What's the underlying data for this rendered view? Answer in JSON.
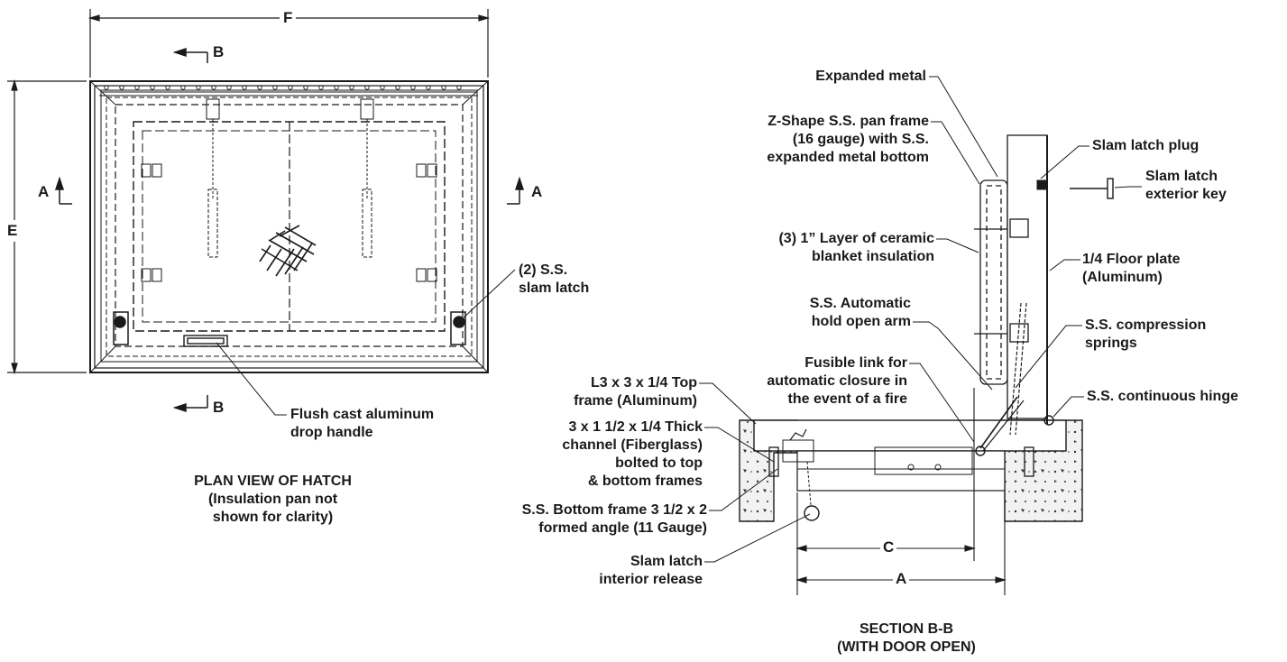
{
  "plan": {
    "dim_f": "F",
    "dim_e": "E",
    "section_a_left": "A",
    "section_a_right": "A",
    "section_b_top": "B",
    "section_b_bottom": "B",
    "label_slam_latch": [
      "(2) S.S.",
      "slam latch"
    ],
    "label_handle": [
      "Flush cast aluminum",
      "drop handle"
    ],
    "title": [
      "PLAN VIEW OF HATCH",
      "(Insulation pan not",
      "shown for clarity)"
    ]
  },
  "section": {
    "expanded_metal": "Expanded metal",
    "z_pan_frame": [
      "Z-Shape S.S. pan frame",
      "(16 gauge) with S.S.",
      "expanded metal bottom"
    ],
    "ceramic_insulation": [
      "(3) 1” Layer of ceramic",
      "blanket insulation"
    ],
    "hold_open_arm": [
      "S.S. Automatic",
      "hold open arm"
    ],
    "fusible_link": [
      "Fusible link for",
      "automatic closure in",
      "the event of a fire"
    ],
    "top_frame": [
      "L3 x 3 x 1/4 Top",
      "frame (Aluminum)"
    ],
    "channel": [
      "3 x 1 1/2 x 1/4 Thick",
      "channel (Fiberglass)",
      "bolted to top",
      "& bottom frames"
    ],
    "bottom_frame": [
      "S.S. Bottom frame 3 1/2 x 2",
      "formed angle (11 Gauge)"
    ],
    "interior_release": [
      "Slam latch",
      "interior release"
    ],
    "slam_latch_plug": "Slam latch plug",
    "exterior_key": [
      "Slam latch",
      "exterior key"
    ],
    "floor_plate": [
      "1/4 Floor plate",
      "(Aluminum)"
    ],
    "compression_springs": [
      "S.S. compression",
      "springs"
    ],
    "continuous_hinge": "S.S. continuous hinge",
    "dim_c": "C",
    "dim_a": "A",
    "title": [
      "SECTION B-B",
      "(WITH DOOR OPEN)"
    ]
  }
}
